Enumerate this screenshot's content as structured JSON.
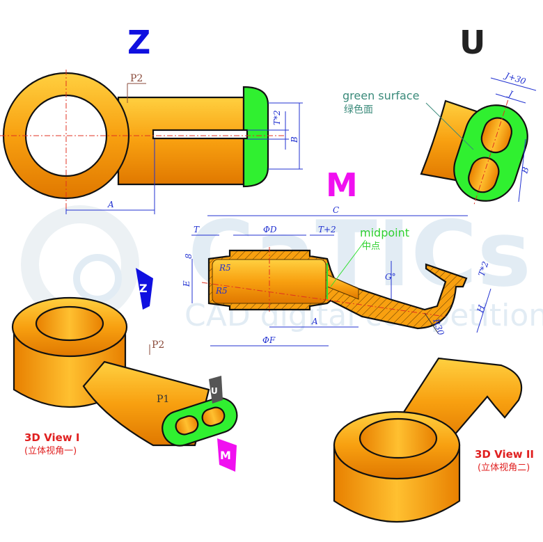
{
  "views": {
    "z": "Z",
    "u": "U",
    "m": "M"
  },
  "watermark": {
    "logo": "CaTICs",
    "subtitle": "CAD digital competition"
  },
  "view_z": {
    "p2": "P2",
    "t2": "T*2",
    "b": "B",
    "a": "A"
  },
  "view_u": {
    "note_en": "green surface",
    "note_cn": "绿色面",
    "j30": "J+30",
    "j": "J",
    "b": "B"
  },
  "view_m": {
    "c": "C",
    "t": "T",
    "d": "ΦD",
    "t_plus_2": "T+2",
    "note_en": "midpoint",
    "note_cn": "中点",
    "eight": "8",
    "e": "E",
    "r5a": "R5",
    "r5b": "R5",
    "g": "G°",
    "t2": "T*2",
    "h": "H",
    "r30": "R30",
    "a": "A",
    "f": "ΦF"
  },
  "view_3d1": {
    "title": "3D View I",
    "subtitle": "(立体视角一)",
    "p2": "P2",
    "p1": "P1",
    "z": "Z",
    "u": "U",
    "m": "M"
  },
  "view_3d2": {
    "title": "3D View II",
    "subtitle": "(立体视角二)"
  },
  "colors": {
    "orange": "#f8a010",
    "green": "#30f030",
    "blue": "#1010e0",
    "magenta": "#f010f0",
    "dim": "#2030d0",
    "red_label": "#e02020"
  }
}
